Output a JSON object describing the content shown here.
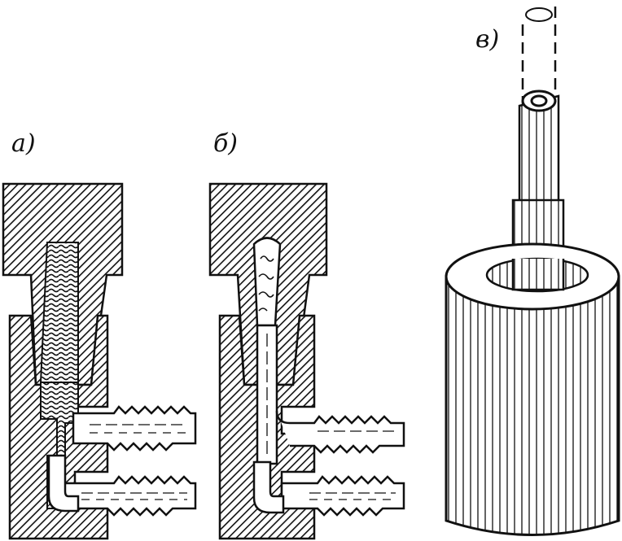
{
  "labels": {
    "a": "а)",
    "b": "б)",
    "c": "в)"
  },
  "colors": {
    "ink": "#111111",
    "paper": "#ffffff"
  }
}
